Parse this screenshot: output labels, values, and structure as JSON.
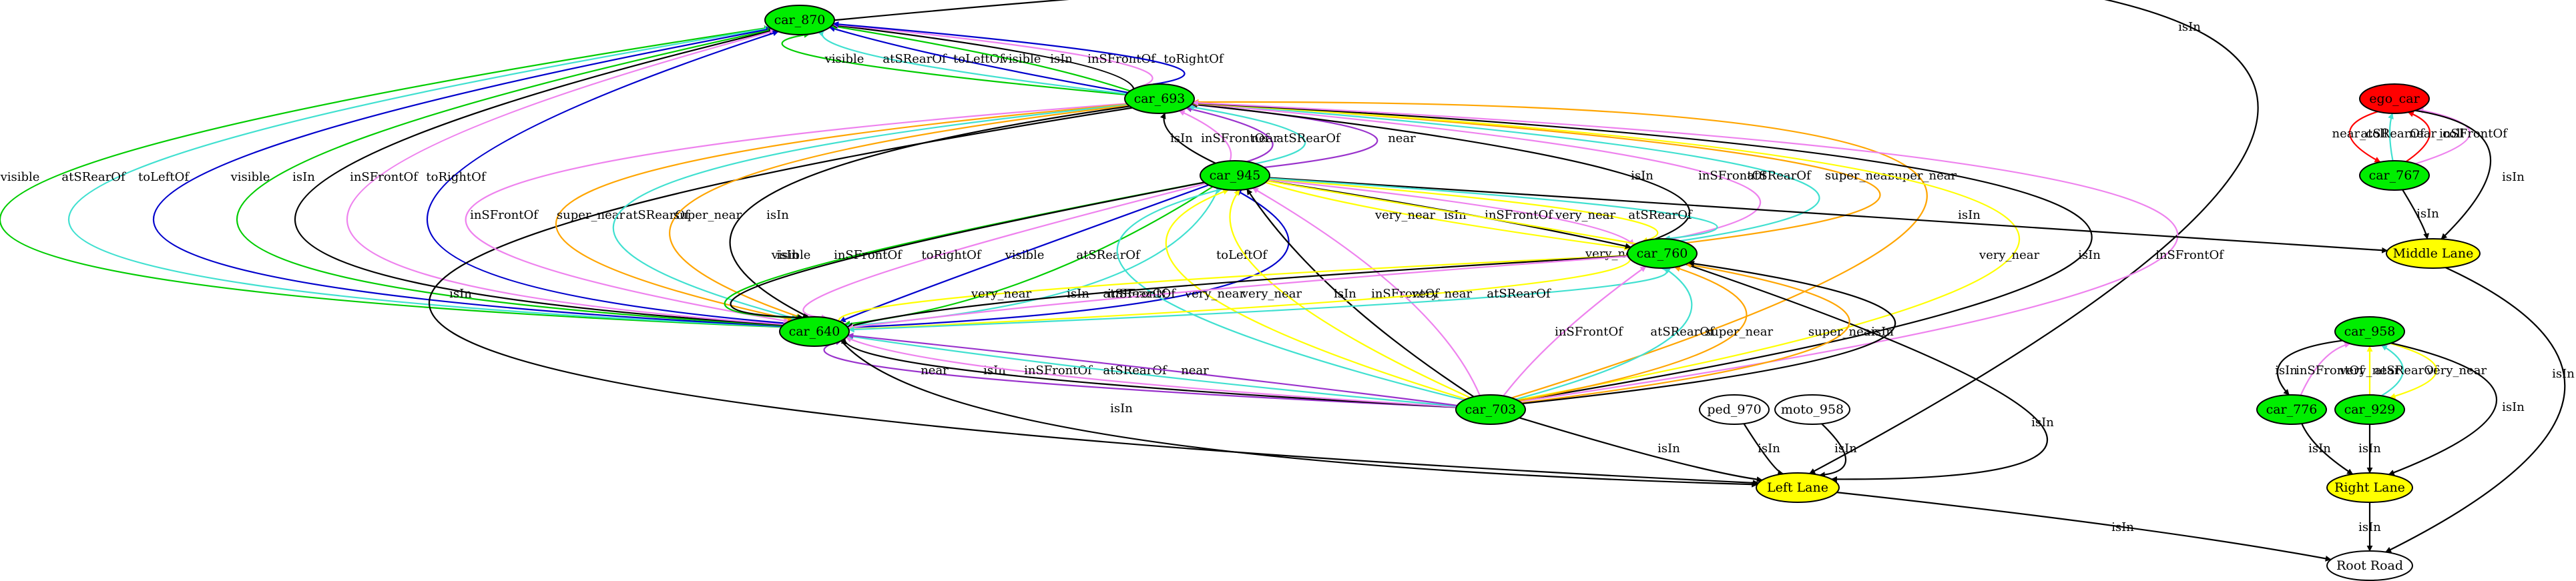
{
  "graph": {
    "nodes": {
      "car_870": {
        "label": "car_870",
        "fill": "#00ee00"
      },
      "car_693": {
        "label": "car_693",
        "fill": "#00ee00"
      },
      "car_945": {
        "label": "car_945",
        "fill": "#00ee00"
      },
      "car_760": {
        "label": "car_760",
        "fill": "#00ee00"
      },
      "car_640": {
        "label": "car_640",
        "fill": "#00ee00"
      },
      "car_703": {
        "label": "car_703",
        "fill": "#00ee00"
      },
      "ped_970": {
        "label": "ped_970",
        "fill": "#ffffff"
      },
      "moto_958": {
        "label": "moto_958",
        "fill": "#ffffff"
      },
      "left_lane": {
        "label": "Left Lane",
        "fill": "#ffff00"
      },
      "ego_car": {
        "label": "ego_car",
        "fill": "#ff0000"
      },
      "car_767": {
        "label": "car_767",
        "fill": "#00ee00"
      },
      "middle_lane": {
        "label": "Middle Lane",
        "fill": "#ffff00"
      },
      "car_958": {
        "label": "car_958",
        "fill": "#00ee00"
      },
      "car_776": {
        "label": "car_776",
        "fill": "#00ee00"
      },
      "car_929": {
        "label": "car_929",
        "fill": "#00ee00"
      },
      "right_lane": {
        "label": "Right Lane",
        "fill": "#ffff00"
      },
      "root_road": {
        "label": "Root Road",
        "fill": "#ffffff"
      }
    },
    "edges": [
      {
        "from": "car_640",
        "to": "car_870",
        "label": "visible",
        "color": "#00cc00"
      },
      {
        "from": "car_640",
        "to": "car_870",
        "label": "atSRearOf",
        "color": "#40e0d0"
      },
      {
        "from": "car_640",
        "to": "car_870",
        "label": "toLeftOf",
        "color": "#0000cc"
      },
      {
        "from": "car_640",
        "to": "car_870",
        "label": "visible",
        "color": "#00cc00"
      },
      {
        "from": "car_640",
        "to": "car_870",
        "label": "isIn",
        "color": "#000000"
      },
      {
        "from": "car_640",
        "to": "car_870",
        "label": "inSFrontOf",
        "color": "#ee82ee"
      },
      {
        "from": "car_640",
        "to": "car_870",
        "label": "toRightOf",
        "color": "#0000cc"
      },
      {
        "from": "car_693",
        "to": "car_870",
        "label": "visible",
        "color": "#00cc00"
      },
      {
        "from": "car_693",
        "to": "car_870",
        "label": "atSRearOf",
        "color": "#40e0d0"
      },
      {
        "from": "car_693",
        "to": "car_870",
        "label": "toLeftOf",
        "color": "#0000cc"
      },
      {
        "from": "car_693",
        "to": "car_870",
        "label": "visible",
        "color": "#00cc00"
      },
      {
        "from": "car_693",
        "to": "car_870",
        "label": "isIn",
        "color": "#000000"
      },
      {
        "from": "car_693",
        "to": "car_870",
        "label": "inSFrontOf",
        "color": "#ee82ee"
      },
      {
        "from": "car_693",
        "to": "car_870",
        "label": "toRightOf",
        "color": "#0000cc"
      },
      {
        "from": "car_870",
        "to": "left_lane",
        "label": "isIn",
        "color": "#000000"
      },
      {
        "from": "car_693",
        "to": "left_lane",
        "label": "isIn",
        "color": "#000000"
      },
      {
        "from": "car_693",
        "to": "car_640",
        "label": "inSFrontOf",
        "color": "#ee82ee"
      },
      {
        "from": "car_693",
        "to": "car_640",
        "label": "super_near",
        "color": "#ffa500"
      },
      {
        "from": "car_693",
        "to": "car_640",
        "label": "atSRearOf",
        "color": "#40e0d0"
      },
      {
        "from": "car_693",
        "to": "car_640",
        "label": "super_near",
        "color": "#ffa500"
      },
      {
        "from": "car_693",
        "to": "car_640",
        "label": "isIn",
        "color": "#000000"
      },
      {
        "from": "car_945",
        "to": "car_693",
        "label": "isIn",
        "color": "#000000"
      },
      {
        "from": "car_945",
        "to": "car_693",
        "label": "inSFrontOf",
        "color": "#ee82ee"
      },
      {
        "from": "car_945",
        "to": "car_693",
        "label": "near",
        "color": "#9932cc"
      },
      {
        "from": "car_945",
        "to": "car_693",
        "label": "atSRearOf",
        "color": "#40e0d0"
      },
      {
        "from": "car_945",
        "to": "car_693",
        "label": "near",
        "color": "#9932cc"
      },
      {
        "from": "car_760",
        "to": "car_693",
        "label": "isIn",
        "color": "#000000"
      },
      {
        "from": "car_760",
        "to": "car_693",
        "label": "inSFrontOf",
        "color": "#ee82ee"
      },
      {
        "from": "car_760",
        "to": "car_693",
        "label": "atSRearOf",
        "color": "#40e0d0"
      },
      {
        "from": "car_760",
        "to": "car_693",
        "label": "super_near",
        "color": "#ffa500"
      },
      {
        "from": "car_703",
        "to": "car_693",
        "label": "super_near",
        "color": "#ffa500"
      },
      {
        "from": "car_703",
        "to": "car_693",
        "label": "very_near",
        "color": "#ffff00"
      },
      {
        "from": "car_703",
        "to": "car_693",
        "label": "isIn",
        "color": "#000000"
      },
      {
        "from": "car_703",
        "to": "car_693",
        "label": "inSFrontOf",
        "color": "#ee82ee"
      },
      {
        "from": "car_945",
        "to": "middle_lane",
        "label": "isIn",
        "color": "#000000"
      },
      {
        "from": "car_945",
        "to": "car_640",
        "label": "visible",
        "color": "#00cc00"
      },
      {
        "from": "car_945",
        "to": "car_640",
        "label": "isIn",
        "color": "#000000"
      },
      {
        "from": "car_945",
        "to": "car_640",
        "label": "inSFrontOf",
        "color": "#ee82ee"
      },
      {
        "from": "car_945",
        "to": "car_640",
        "label": "toRightOf",
        "color": "#0000cc"
      },
      {
        "from": "car_945",
        "to": "car_640",
        "label": "visible",
        "color": "#00cc00"
      },
      {
        "from": "car_945",
        "to": "car_640",
        "label": "atSRearOf",
        "color": "#40e0d0"
      },
      {
        "from": "car_640",
        "to": "car_945",
        "label": "toLeftOf",
        "color": "#0000cc"
      },
      {
        "from": "car_945",
        "to": "car_760",
        "label": "very_near",
        "color": "#ffff00"
      },
      {
        "from": "car_945",
        "to": "car_760",
        "label": "isIn",
        "color": "#000000"
      },
      {
        "from": "car_945",
        "to": "car_760",
        "label": "inSFrontOf",
        "color": "#ee82ee"
      },
      {
        "from": "car_945",
        "to": "car_760",
        "label": "very_near",
        "color": "#ffff00"
      },
      {
        "from": "car_945",
        "to": "car_760",
        "label": "atSRearOf",
        "color": "#40e0d0"
      },
      {
        "from": "car_945",
        "to": "car_760",
        "label": "very_near",
        "color": "#ffff00"
      },
      {
        "from": "car_703",
        "to": "car_945",
        "label": "atSRearOf",
        "color": "#40e0d0"
      },
      {
        "from": "car_703",
        "to": "car_945",
        "label": "very_near",
        "color": "#ffff00"
      },
      {
        "from": "car_703",
        "to": "car_945",
        "label": "very_near",
        "color": "#ffff00"
      },
      {
        "from": "car_703",
        "to": "car_945",
        "label": "isIn",
        "color": "#000000"
      },
      {
        "from": "car_703",
        "to": "car_945",
        "label": "inSFrontOf",
        "color": "#ee82ee"
      },
      {
        "from": "car_760",
        "to": "car_640",
        "label": "very_near",
        "color": "#ffff00"
      },
      {
        "from": "car_760",
        "to": "car_640",
        "label": "isIn",
        "color": "#000000"
      },
      {
        "from": "car_760",
        "to": "car_640",
        "label": "inSFrontOf",
        "color": "#ee82ee"
      },
      {
        "from": "car_760",
        "to": "car_640",
        "label": "very_near",
        "color": "#ffff00"
      },
      {
        "from": "car_760",
        "to": "car_640",
        "label": "atSRearOf",
        "color": "#40e0d0"
      },
      {
        "from": "car_760",
        "to": "left_lane",
        "label": "isIn",
        "color": "#000000"
      },
      {
        "from": "car_703",
        "to": "car_760",
        "label": "inSFrontOf",
        "color": "#ee82ee"
      },
      {
        "from": "car_703",
        "to": "car_760",
        "label": "atSRearOf",
        "color": "#40e0d0"
      },
      {
        "from": "car_703",
        "to": "car_760",
        "label": "super_near",
        "color": "#ffa500"
      },
      {
        "from": "car_703",
        "to": "car_760",
        "label": "super_near",
        "color": "#ffa500"
      },
      {
        "from": "car_703",
        "to": "car_760",
        "label": "isIn",
        "color": "#000000"
      },
      {
        "from": "car_703",
        "to": "car_640",
        "label": "near",
        "color": "#9932cc"
      },
      {
        "from": "car_703",
        "to": "car_640",
        "label": "isIn",
        "color": "#000000"
      },
      {
        "from": "car_703",
        "to": "car_640",
        "label": "inSFrontOf",
        "color": "#ee82ee"
      },
      {
        "from": "car_703",
        "to": "car_640",
        "label": "atSRearOf",
        "color": "#40e0d0"
      },
      {
        "from": "car_703",
        "to": "car_640",
        "label": "near",
        "color": "#9932cc"
      },
      {
        "from": "car_640",
        "to": "left_lane",
        "label": "isIn",
        "color": "#000000"
      },
      {
        "from": "car_703",
        "to": "left_lane",
        "label": "isIn",
        "color": "#000000"
      },
      {
        "from": "ped_970",
        "to": "left_lane",
        "label": "isIn",
        "color": "#000000"
      },
      {
        "from": "moto_958",
        "to": "left_lane",
        "label": "isIn",
        "color": "#000000"
      },
      {
        "from": "left_lane",
        "to": "root_road",
        "label": "isIn",
        "color": "#000000"
      },
      {
        "from": "ego_car",
        "to": "car_767",
        "label": "near_coll",
        "color": "#ff0000"
      },
      {
        "from": "car_767",
        "to": "ego_car",
        "label": "atSRearOf",
        "color": "#40e0d0"
      },
      {
        "from": "car_767",
        "to": "ego_car",
        "label": "near_coll",
        "color": "#ff0000"
      },
      {
        "from": "car_767",
        "to": "ego_car",
        "label": "inSFrontOf",
        "color": "#ee82ee"
      },
      {
        "from": "ego_car",
        "to": "middle_lane",
        "label": "isIn",
        "color": "#000000"
      },
      {
        "from": "car_767",
        "to": "middle_lane",
        "label": "isIn",
        "color": "#000000"
      },
      {
        "from": "middle_lane",
        "to": "root_road",
        "label": "isIn",
        "color": "#000000"
      },
      {
        "from": "car_958",
        "to": "car_776",
        "label": "isIn",
        "color": "#000000"
      },
      {
        "from": "car_776",
        "to": "car_958",
        "label": "inSFrontOf",
        "color": "#ee82ee"
      },
      {
        "from": "car_929",
        "to": "car_958",
        "label": "very_near",
        "color": "#ffff00"
      },
      {
        "from": "car_929",
        "to": "car_958",
        "label": "atSRearOf",
        "color": "#40e0d0"
      },
      {
        "from": "car_958",
        "to": "car_929",
        "label": "very_near",
        "color": "#ffff00"
      },
      {
        "from": "car_958",
        "to": "right_lane",
        "label": "isIn",
        "color": "#000000"
      },
      {
        "from": "car_776",
        "to": "right_lane",
        "label": "isIn",
        "color": "#000000"
      },
      {
        "from": "car_929",
        "to": "right_lane",
        "label": "isIn",
        "color": "#000000"
      },
      {
        "from": "right_lane",
        "to": "root_road",
        "label": "isIn",
        "color": "#000000"
      }
    ]
  }
}
